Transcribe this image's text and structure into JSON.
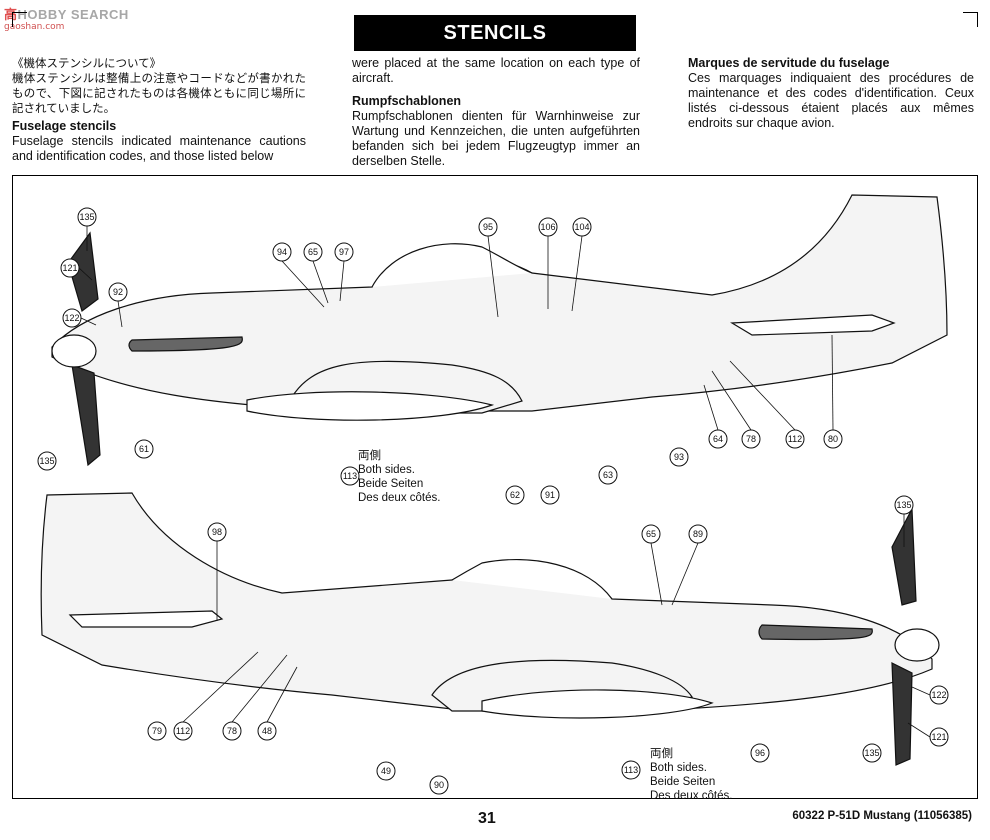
{
  "watermark": {
    "prefix": "高",
    "text": "HOBBY SEARCH",
    "sub": "gaoshan.com"
  },
  "header": {
    "title": "STENCILS"
  },
  "columns": {
    "col1": {
      "jp_heading": "《機体ステンシルについて》",
      "jp_body": "機体ステンシルは整備上の注意やコードなどが書かれたもので、下図に記されたものは各機体ともに同じ場所に記されていました。",
      "en_heading": "Fuselage stencils",
      "en_body": "Fuselage stencils indicated maintenance cautions and identification codes, and those listed below"
    },
    "col2": {
      "en_continuation": "were placed at the same location on each type of aircraft.",
      "de_heading": "Rumpfschablonen",
      "de_body": "Rumpfschablonen dienten für Warnhinweise zur Wartung und Kennzeichen, die unten aufgeführten befanden sich bei jedem Flugzeugtyp immer an derselben Stelle."
    },
    "col3": {
      "fr_heading": "Marques de servitude du fuselage",
      "fr_body": "Ces marquages indiquaient des procédures de maintenance et des codes d'identification. Ceux listés ci-dessous étaient placés aux mêmes endroits sur chaque avion."
    }
  },
  "both_sides_note": {
    "jp": "両側",
    "en": "Both sides.",
    "de": "Beide Seiten",
    "fr": "Des deux côtés."
  },
  "callouts_top": [
    "135",
    "121",
    "92",
    "122",
    "61",
    "135",
    "94",
    "65",
    "97",
    "95",
    "106",
    "104",
    "113",
    "62",
    "91",
    "63",
    "93",
    "64",
    "78",
    "112",
    "80"
  ],
  "callouts_bottom": [
    "98",
    "79",
    "112",
    "78",
    "48",
    "49",
    "90",
    "65",
    "89",
    "113",
    "96",
    "135",
    "122",
    "121",
    "135"
  ],
  "colors": {
    "ink": "#111111",
    "panel": "#f4f4f4",
    "dark_stencil": "#555555"
  },
  "footer": {
    "page": "31",
    "code": "60322  P-51D Mustang (11056385)"
  }
}
